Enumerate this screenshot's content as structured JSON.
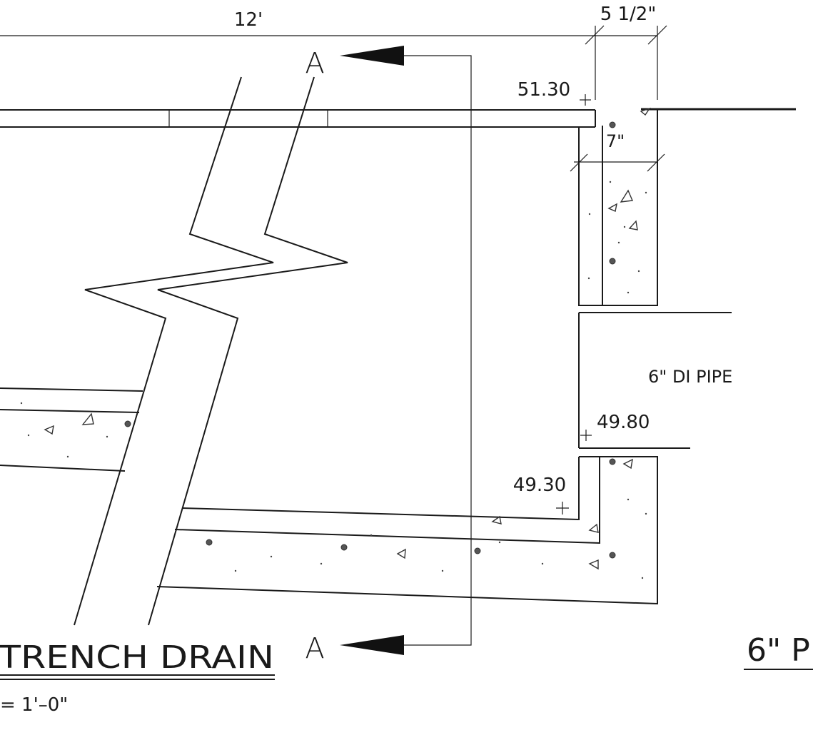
{
  "dimensions": {
    "length": "12'",
    "wall_thickness": "5 1/2\"",
    "slab_thickness": "7\""
  },
  "elevations": {
    "top": "51.30",
    "pipe_invert": "49.80",
    "bottom": "49.30"
  },
  "labels": {
    "pipe": "6\" DI PIPE",
    "section_mark_top": "A",
    "section_mark_bottom": "A",
    "title": "TRENCH DRAIN",
    "scale": "= 1'–0\"",
    "next_title": "6\" P"
  }
}
